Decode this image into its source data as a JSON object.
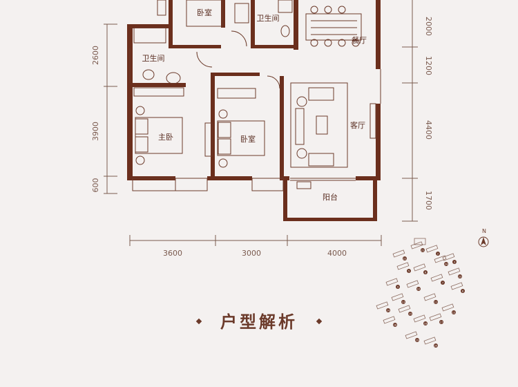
{
  "plan": {
    "rooms": {
      "bedroom_top": "卧室",
      "bathroom_top": "卫生间",
      "dining": "餐厅",
      "bathroom_left": "卫生间",
      "master_bedroom": "主卧",
      "bedroom_mid": "卧室",
      "living": "客厅",
      "balcony": "阳台"
    },
    "dims_left": [
      "2600",
      "3900",
      "600"
    ],
    "dims_right": [
      "2000",
      "1200",
      "4400",
      "1700"
    ],
    "dims_bottom": [
      "3600",
      "3000",
      "4000"
    ],
    "compass": "N"
  },
  "footer": {
    "title": "户型解析"
  },
  "sitemap": {
    "labels": [
      "2",
      "3",
      "5",
      "6",
      "7",
      "8",
      "9",
      "10",
      "11",
      "12",
      "13",
      "14",
      "15",
      "16",
      "17",
      "18",
      "19",
      "20",
      "21",
      "22",
      "23",
      "24"
    ]
  },
  "colors": {
    "wall": "#6b2f1d",
    "line": "#6b3a2a",
    "bg": "#f4f1f0"
  }
}
